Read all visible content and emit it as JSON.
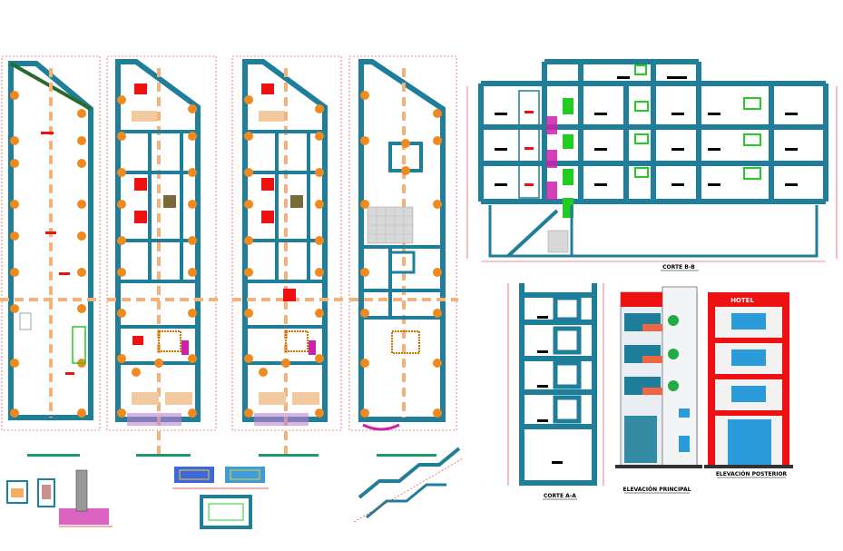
{
  "labels": {
    "corte_bb": "CORTE B-B",
    "corte_aa": "CORTE A-A",
    "elevacion_principal": "ELEVACIÓN PRINCIPAL",
    "elevacion_posterior": "ELEVACIÓN POSTERIOR",
    "hotel_sign": "HOTEL"
  },
  "colors": {
    "wall": "#1f7f9a",
    "column": "#f08a1e",
    "axis": "#f4b27a",
    "dimension": "#e0202a",
    "green": "#22cc22",
    "red": "#ee1111",
    "magenta": "#cc22aa",
    "blue": "#1a8cd8"
  }
}
